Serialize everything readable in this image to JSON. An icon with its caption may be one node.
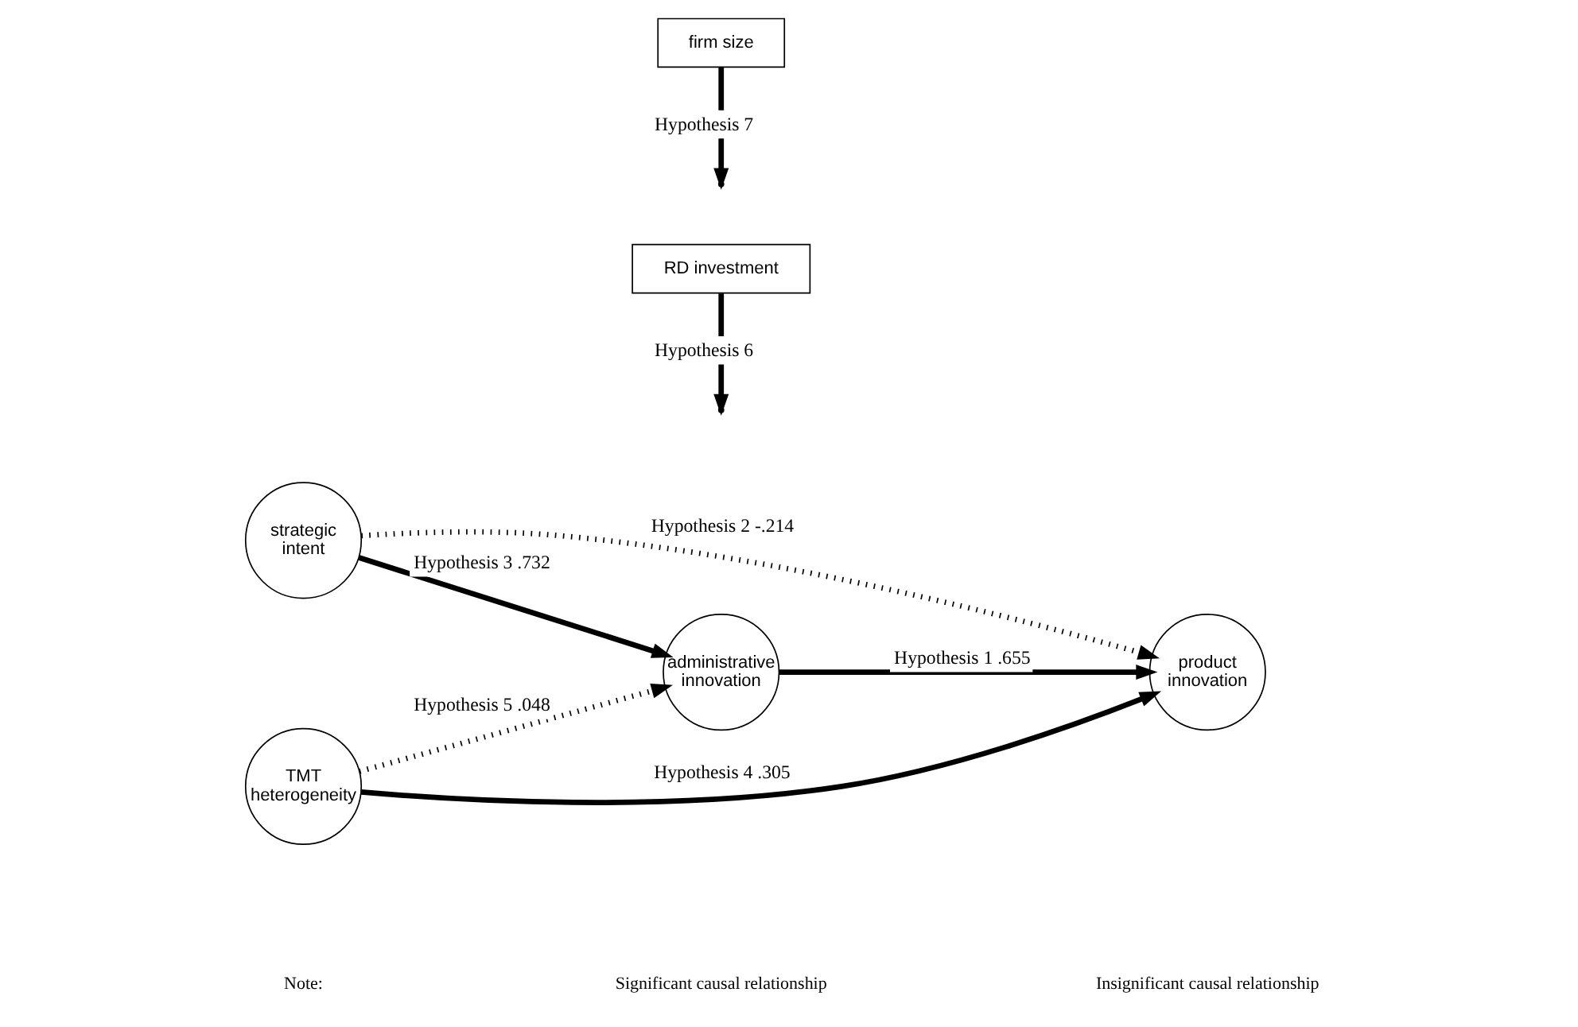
{
  "diagram": {
    "nodes": [
      {
        "text": [
          "strategic intent"
        ]
      },
      {
        "text": [
          "RD investment"
        ]
      },
      {
        "text": [
          "administrative innovation"
        ]
      },
      {
        "text": [
          "product innovation"
        ]
      },
      {
        "text": [
          "TMT heterogeneity"
        ]
      },
      {
        "text": [
          "firm size"
        ]
      }
    ],
    "edges": [
      {
        "from": 0,
        "to": 3,
        "arrow": "to",
        "label": "Hypothesis 2 -.214",
        "style": "dashed"
      },
      {
        "from": 0,
        "to": 2,
        "arrow": "to",
        "label": "Hypothesis 3 .732"
      },
      {
        "from": 2,
        "to": 3,
        "arrow": "to",
        "label": "Hypothesis 1 .655"
      },
      {
        "from": 4,
        "to": 2,
        "arrow": "to",
        "label": "Hypothesis 5 .048",
        "style": "dashed"
      },
      {
        "from": 4,
        "to": 3,
        "arrow": "to",
        "label": "Hypothesis 4 .305"
      },
      {
        "from": 1,
        "to": null,
        "arrow": "to",
        "label": "Hypothesis 6"
      },
      {
        "from": 5,
        "to": null,
        "arrow": "to",
        "label": "Hypothesis 7"
      }
    ],
    "labels": [
      "Note:"
    ],
    "legend": [
      {
        "text": "Significant causal relationship"
      },
      {
        "text": "Insignificant causal relationship"
      }
    ]
  }
}
